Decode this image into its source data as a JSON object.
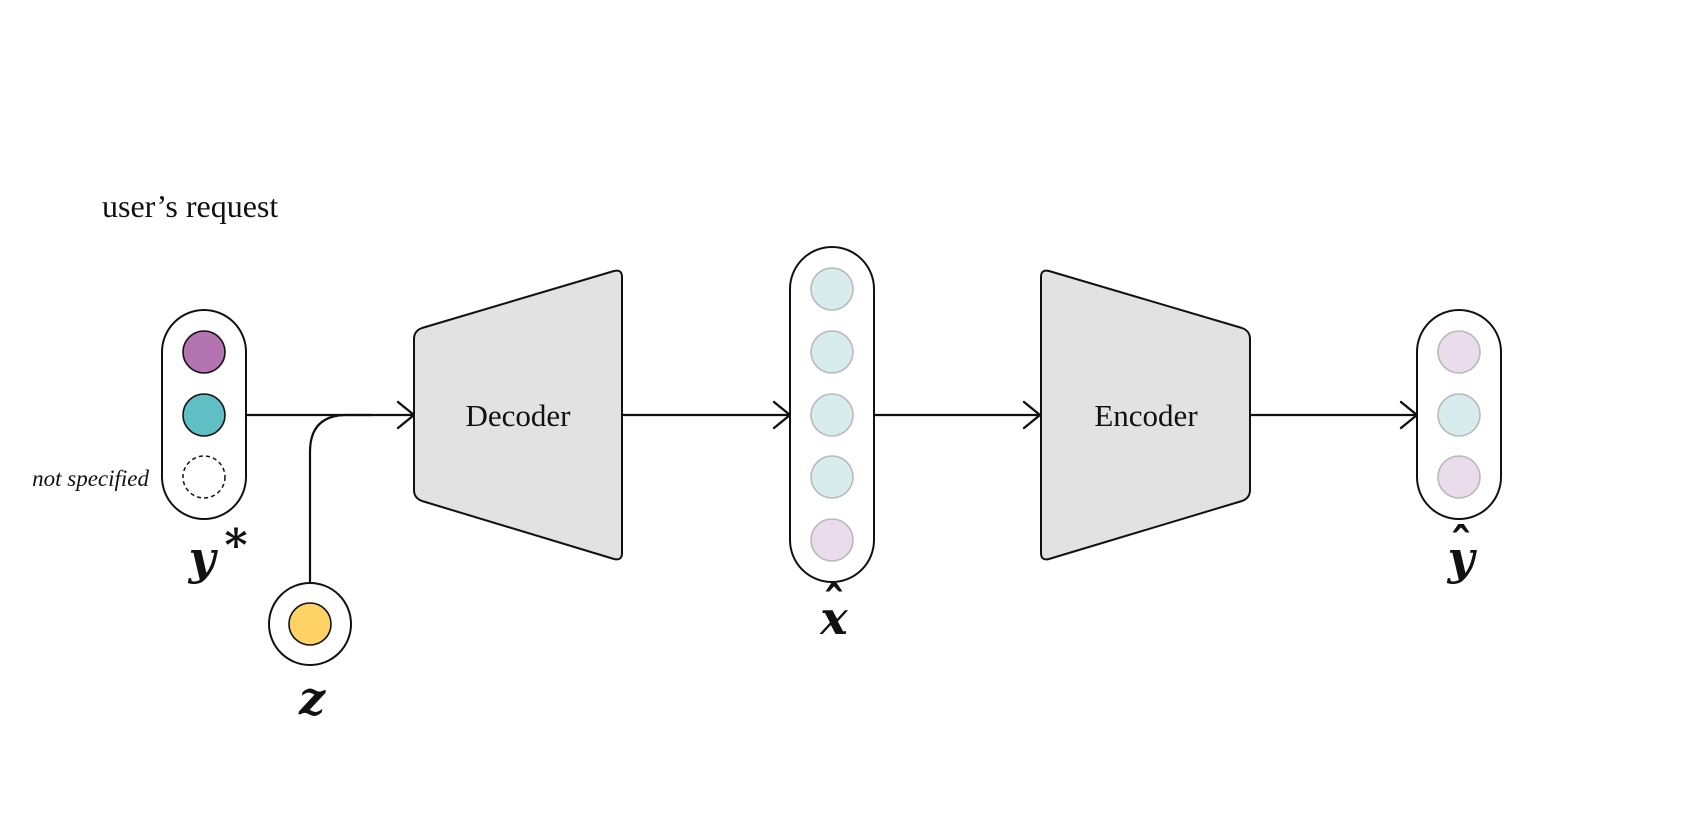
{
  "title": "user’s request",
  "note": "not specified",
  "blocks": {
    "decoder": "Decoder",
    "encoder": "Encoder"
  },
  "variables": {
    "y_star": {
      "base": "y",
      "mark": "*"
    },
    "z": {
      "base": "z"
    },
    "x_hat": {
      "base": "x",
      "mark": "ˆ"
    },
    "y_hat": {
      "base": "y",
      "mark": "ˆ"
    }
  },
  "colors": {
    "purple": "#b374b1",
    "teal": "#5fbfc4",
    "yellow": "#ffd266",
    "light_teal": "#d8ecee",
    "light_pink": "#eadcea",
    "block_fill": "#e1e2e1"
  },
  "nodes": {
    "y_star": [
      "purple",
      "teal",
      "unspecified"
    ],
    "z": [
      "yellow"
    ],
    "x_hat": [
      "light_teal",
      "light_teal",
      "light_teal",
      "light_teal",
      "light_pink"
    ],
    "y_hat": [
      "light_pink",
      "light_teal",
      "light_pink"
    ]
  }
}
